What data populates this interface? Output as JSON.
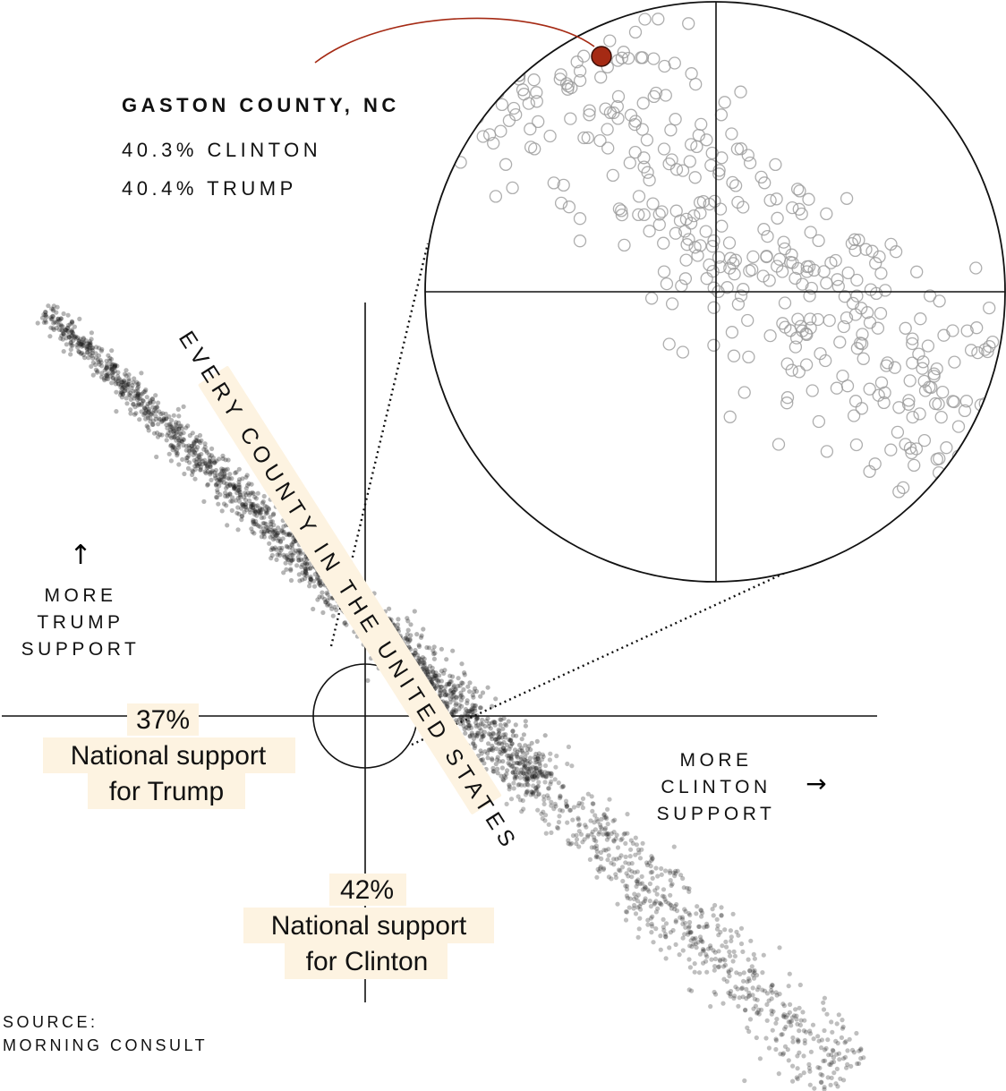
{
  "highlight": {
    "county": "GASTON COUNTY, NC",
    "clinton_line": "40.3% CLINTON",
    "trump_line": "40.4% TRUMP",
    "color": "#a52a14"
  },
  "axes": {
    "trump_label_lines": [
      "MORE",
      "TRUMP",
      "SUPPORT"
    ],
    "clinton_label_lines": [
      "MORE",
      "CLINTON",
      "SUPPORT"
    ],
    "arrow_up": "↑",
    "arrow_right": "→"
  },
  "national": {
    "trump_pct": "37%",
    "trump_note_lines": [
      "National support",
      "for Trump"
    ],
    "clinton_pct": "42%",
    "clinton_note_lines": [
      "National support",
      "for Clinton"
    ]
  },
  "diagonal_label": "EVERY COUNTY IN THE UNITED STATES",
  "source_lines": [
    "SOURCE:",
    "MORNING CONSULT"
  ],
  "colors": {
    "highlight_bg": "#fdf3e1",
    "dot": "#1a1a1a",
    "ring": "#9a9a9a",
    "ink": "#111111"
  },
  "chart_data": {
    "type": "scatter",
    "title": "",
    "xlabel": "MORE CLINTON SUPPORT",
    "ylabel": "MORE TRUMP SUPPORT",
    "x_reference": {
      "value": 42,
      "label": "42% National support for Clinton"
    },
    "y_reference": {
      "value": 37,
      "label": "37% National support for Trump"
    },
    "x": [
      41.0
    ],
    "y": [
      38.0
    ],
    "approx_trend": {
      "x_range": [
        8,
        80
      ],
      "y_range": [
        70,
        8
      ]
    },
    "zoom_inset": {
      "description_label": "GASTON COUNTY, NC",
      "clinton_pct": 40.3,
      "trump_pct": 40.4
    },
    "series_note": "EVERY COUNTY IN THE UNITED STATES",
    "grid": false,
    "legend": "none"
  }
}
